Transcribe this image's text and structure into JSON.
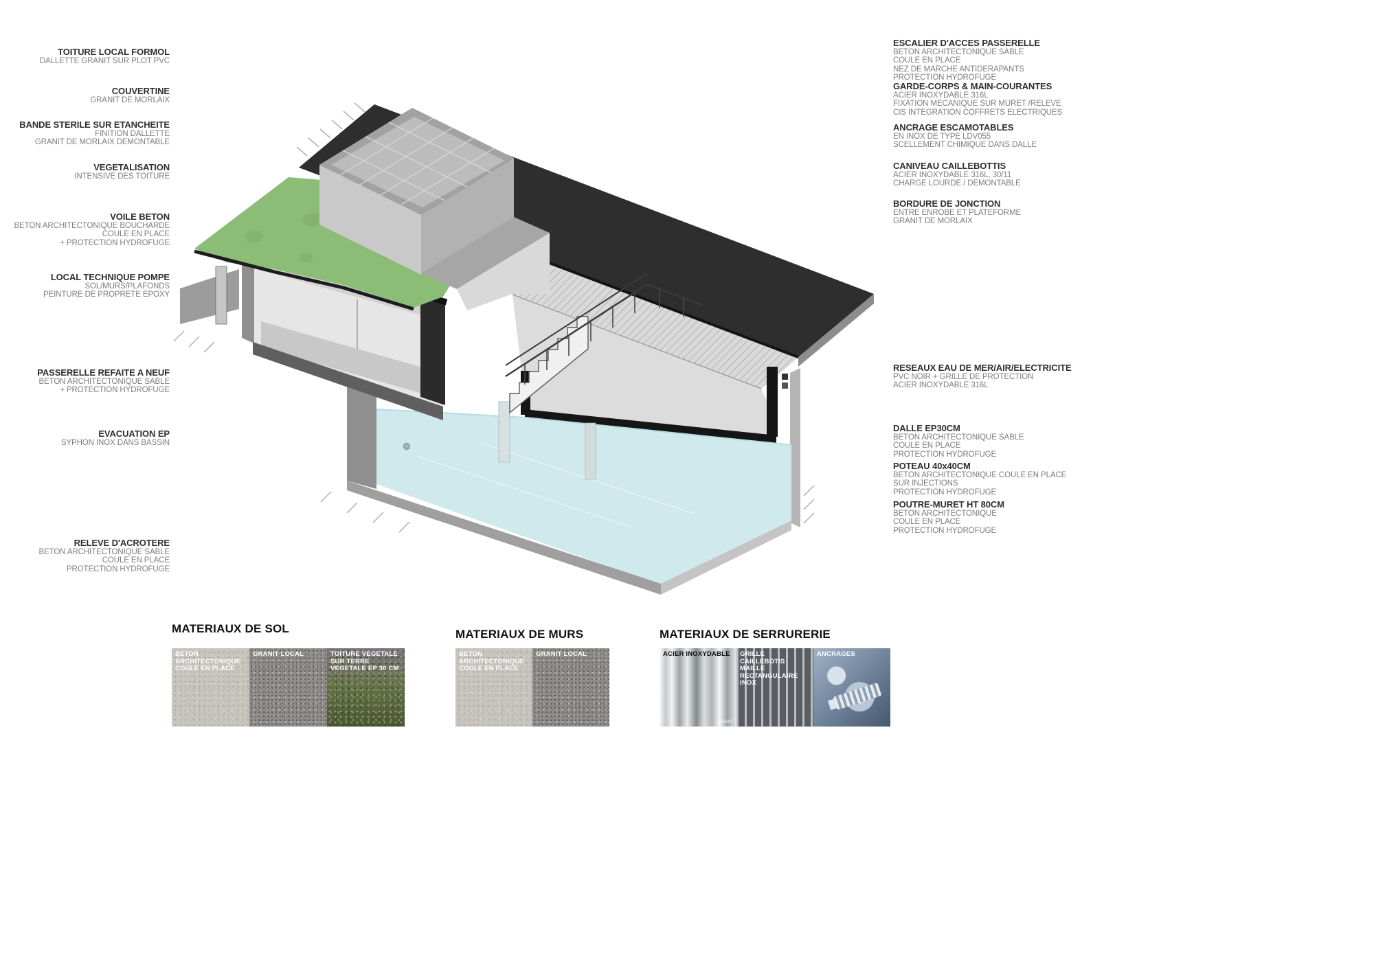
{
  "annotations": {
    "left": [
      {
        "title": "TOITURE LOCAL FORMOL",
        "lines": [
          "DALLETTE GRANIT SUR PLOT PVC"
        ]
      },
      {
        "title": "COUVERTINE",
        "lines": [
          "GRANIT DE MORLAIX"
        ]
      },
      {
        "title": "BANDE STERILE SUR ETANCHEITE",
        "lines": [
          "FINITION DALLETTE",
          "GRANIT DE MORLAIX DEMONTABLE"
        ]
      },
      {
        "title": "VEGETALISATION",
        "lines": [
          "INTENSIVE DES TOITURE"
        ]
      },
      {
        "title": "VOILE BETON",
        "lines": [
          "BETON ARCHITECTONIQUE BOUCHARDE",
          "COULE EN PLACE",
          "+ PROTECTION HYDROFUGE"
        ]
      },
      {
        "title": "LOCAL TECHNIQUE  POMPE",
        "lines": [
          "SOL/MURS/PLAFONDS",
          "PEINTURE  DE PROPRETE EPOXY"
        ]
      },
      {
        "title": "PASSERELLE REFAITE A NEUF",
        "lines": [
          "BETON ARCHITECTONIQUE SABLE",
          "+ PROTECTION HYDROFUGE"
        ]
      },
      {
        "title": "EVACUATION EP",
        "lines": [
          "SYPHON INOX DANS BASSIN"
        ]
      },
      {
        "title": "RELEVE  D'ACROTERE",
        "lines": [
          "BETON ARCHITECTONIQUE SABLE",
          "COULE EN PLACE",
          "PROTECTION HYDROFUGE"
        ]
      }
    ],
    "right": [
      {
        "title": "ESCALIER D'ACCES PASSERELLE",
        "lines": [
          "BETON ARCHITECTONIQUE SABLE",
          "COULE EN PLACE",
          "NEZ DE MARCHE ANTIDERAPANTS",
          "PROTECTION HYDROFUGE"
        ]
      },
      {
        "title": "GARDE-CORPS & MAIN-COURANTES",
        "lines": [
          "ACIER INOXYDABLE 316L",
          "FIXATION MECANIQUE  SUR MURET /RELEVE",
          "CIS INTEGRATION COFFRETS ELECTRIQUES"
        ]
      },
      {
        "title": "ANCRAGE ESCAMOTABLES",
        "lines": [
          "EN INOX DE TYPE LDV055",
          "SCELLEMENT CHIMIQUE DANS DALLE"
        ]
      },
      {
        "title": "CANIVEAU CAILLEBOTTIS",
        "lines": [
          "ACIER INOXYDABLE 316L, 30/11",
          "CHARGE LOURDE / DEMONTABLE"
        ]
      },
      {
        "title": "BORDURE DE JONCTION",
        "lines": [
          "ENTRE ENROBE ET PLATEFORME",
          "GRANIT DE MORLAIX"
        ]
      },
      {
        "title": "RESEAUX EAU DE MER/AIR/ELECTRICITE",
        "lines": [
          "PVC NOIR + GRILLE DE PROTECTION",
          "ACIER INOXYDABLE 316L"
        ]
      },
      {
        "title": "DALLE EP30CM",
        "lines": [
          "BETON ARCHITECTONIQUE SABLE",
          "COULE EN PLACE",
          "PROTECTION HYDROFUGE"
        ]
      },
      {
        "title": "POTEAU 40x40CM",
        "lines": [
          "BETON ARCHITECTONIQUE COULE EN PLACE",
          "SUR INJECTIONS",
          "PROTECTION HYDROFUGE"
        ]
      },
      {
        "title": "POUTRE-MURET  HT 80CM",
        "lines": [
          "BETON ARCHITECTONIQUE",
          "COULE EN PLACE",
          "PROTECTION HYDROFUGE"
        ]
      }
    ]
  },
  "materials": {
    "sol": {
      "heading": "MATERIAUX DE SOL",
      "swatches": [
        {
          "label": "BETON ARCHITECTONIQUE COULE EN PLACE"
        },
        {
          "label": "GRANIT LOCAL"
        },
        {
          "label": "TOITURE VEGETALE SUR TERRE VEGETALE EP 30 CM"
        }
      ]
    },
    "murs": {
      "heading": "MATERIAUX DE MURS",
      "swatches": [
        {
          "label": "BETON ARCHITECTONIQUE COULE EN PLACE"
        },
        {
          "label": "GRANIT LOCAL"
        }
      ]
    },
    "serrurerie": {
      "heading": "MATERIAUX DE SERRURERIE",
      "swatches": [
        {
          "label": "ACIER INOXYDABLE"
        },
        {
          "label": "GRILLE CAILLEBOTIS MAILLE RECTANGULAIRE INOX"
        },
        {
          "label": "ANCRAGES"
        }
      ],
      "watermark": "pixers"
    }
  },
  "colors": {
    "vegetation": "#8cbd77",
    "water": "#cfe9ed",
    "dark_platform": "#2e2e2e",
    "concrete": "#c9c9c9",
    "cut_fill": "#151515"
  }
}
